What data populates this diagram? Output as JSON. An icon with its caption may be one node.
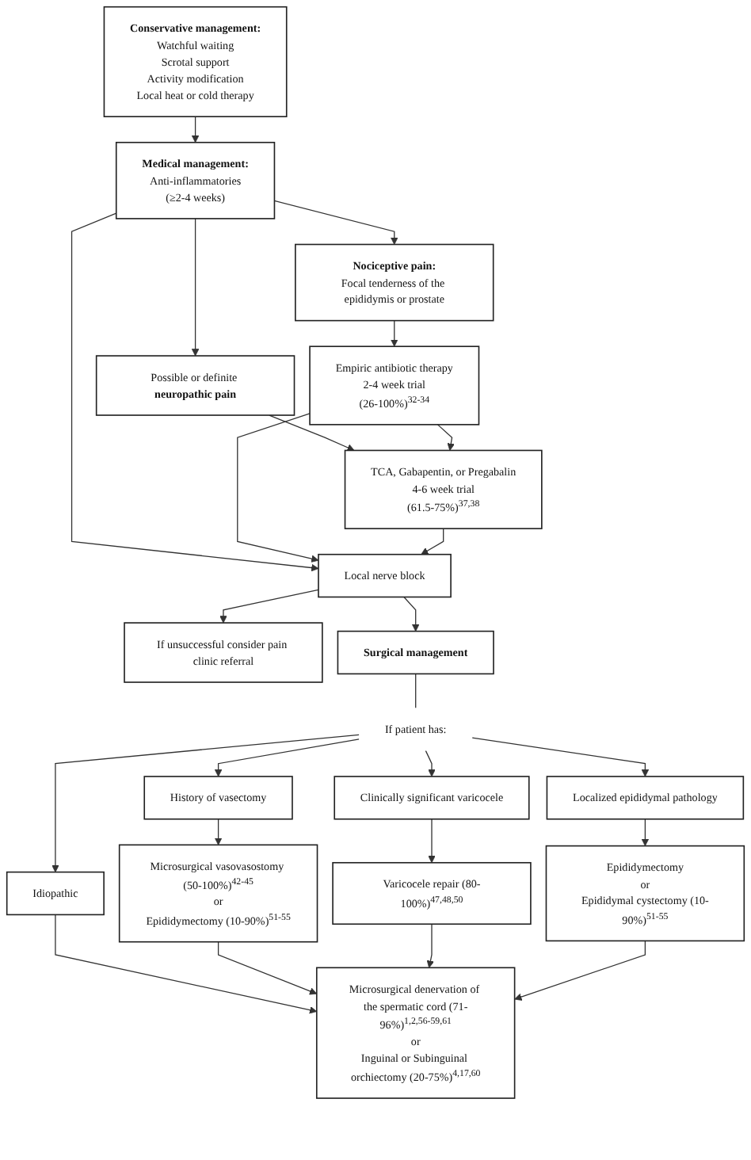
{
  "diagram": {
    "nodes": [
      {
        "text": [
          "Conservative management:",
          "Watchful waiting",
          "Scrotal support",
          "Activity modification",
          "Local heat or cold therapy"
        ]
      },
      {
        "text": [
          "Medical management:",
          "Anti-inflammatories",
          "(≥2-4 weeks)"
        ]
      },
      {
        "text": [
          "Nociceptive pain:",
          "Focal tenderness of the epididymis or prostate"
        ]
      },
      {
        "text": [
          "Possible or definite **neuropathic pain**"
        ]
      },
      {
        "text": [
          "Empiric antibiotic therapy",
          "2-4 week trial",
          "(26-100%)$^{32-34}$"
        ]
      },
      {
        "text": [
          "TCA, Gabapentin, or Pregabalin",
          "4-6 week trial",
          "(61.5-75%)$^{37,38}$"
        ]
      },
      {
        "text": [
          "Local nerve block"
        ]
      },
      {
        "text": [
          "If unsuccessful consider pain clinic referral"
        ]
      },
      {
        "text": [
          "Surgical management"
        ]
      },
      {
        "text": [
          "If patient has:"
        ]
      },
      {
        "text": [
          "History of vasectomy"
        ]
      },
      {
        "text": [
          "Clinically significant varicocele"
        ]
      },
      {
        "text": [
          "Localized epididymal pathology"
        ]
      },
      {
        "text": [
          "Idiopathic"
        ]
      },
      {
        "text": [
          "Microsurgical vasovasostomy (50-100%)$^{42-45}$",
          "or",
          "Epididymectomy (10-90%)$^{51-55}$"
        ]
      },
      {
        "text": [
          "Varicocele repair (80-100%)$^{47,48,50}$"
        ]
      },
      {
        "text": [
          "Epididymectomy",
          "or",
          "Epididymal cystectomy (10-90%)$^{51-55}$"
        ]
      },
      {
        "text": [
          "Microsurgical denervation of the spermatic cord (71-96%)$^{1,2,56-59,61}$",
          "or",
          "Inguinal or Subinguinal orchiectomy (20-75%)$^{4,17,60}$"
        ]
      }
    ],
    "edges": [
      {
        "from": 0,
        "to": 1,
        "arrow": "to"
      },
      {
        "from": 1,
        "to": 2,
        "arrow": "to"
      },
      {
        "from": 1,
        "to": 3,
        "arrow": "to"
      },
      {
        "from": 1,
        "to": 6,
        "arrow": "to"
      },
      {
        "from": 2,
        "to": 4,
        "arrow": "to"
      },
      {
        "from": 3,
        "to": 5,
        "arrow": "to"
      },
      {
        "from": 4,
        "to": 5,
        "arrow": "to"
      },
      {
        "from": 4,
        "to": 6,
        "arrow": "to"
      },
      {
        "from": 5,
        "to": 6,
        "arrow": "to"
      },
      {
        "from": 6,
        "to": 7,
        "arrow": "to"
      },
      {
        "from": 6,
        "to": 8,
        "arrow": "to"
      },
      {
        "from": 8,
        "to": 9,
        "arrow": "none"
      },
      {
        "from": 9,
        "to": 10,
        "arrow": "to"
      },
      {
        "from": 9,
        "to": 11,
        "arrow": "to"
      },
      {
        "from": 9,
        "to": 12,
        "arrow": "to"
      },
      {
        "from": 9,
        "to": 13,
        "arrow": "to"
      },
      {
        "from": 10,
        "to": 14,
        "arrow": "to"
      },
      {
        "from": 11,
        "to": 15,
        "arrow": "to"
      },
      {
        "from": 12,
        "to": 16,
        "arrow": "to"
      },
      {
        "from": 13,
        "to": 17,
        "arrow": "to"
      },
      {
        "from": 14,
        "to": 17,
        "arrow": "to"
      },
      {
        "from": 15,
        "to": 17,
        "arrow": "to"
      },
      {
        "from": 16,
        "to": 17,
        "arrow": "to"
      }
    ]
  }
}
